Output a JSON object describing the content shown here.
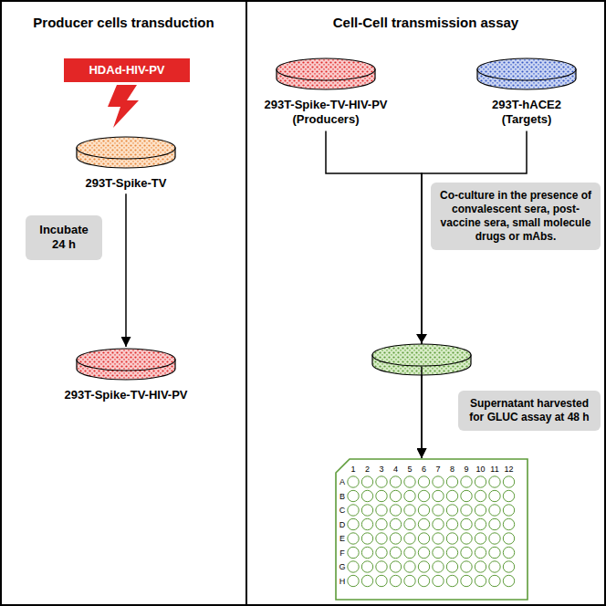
{
  "diagram": {
    "nodes": [
      {
        "text": [
          "Producer cells transduction"
        ]
      },
      {
        "text": [
          "HDAd-HIV-PV"
        ],
        "in": 0
      },
      {
        "text": [
          "293T-Spike-TV"
        ],
        "in": 0
      },
      {
        "text": [
          "Incubate 24 h"
        ],
        "in": 0
      },
      {
        "text": [
          "293T-Spike-TV-HIV-PV"
        ],
        "in": 0
      },
      {
        "text": [
          "Cell-Cell transmission assay"
        ]
      },
      {
        "text": [
          "293T-Spike-TV-HIV-PV (Producers)"
        ],
        "in": 5
      },
      {
        "text": [
          "293T-hACE2 (Targets)"
        ],
        "in": 5
      },
      {
        "text": [
          "Co-culture in the presence of convalescent sera, post-vaccine sera, small molecule drugs or mAbs."
        ],
        "in": 5
      },
      {
        "text": [
          "Supernatant harvested for GLUC assay at 48 h"
        ],
        "in": 5
      },
      {
        "text": [
          "1",
          "2",
          "3",
          "4",
          "5",
          "6",
          "7",
          "8",
          "9",
          "10",
          "11",
          "12",
          "A",
          "B",
          "C",
          "D",
          "E",
          "F",
          "G",
          "H"
        ],
        "in": 5
      }
    ],
    "edges": [
      {
        "from": 2,
        "to": 4,
        "arrow": "to"
      },
      {
        "from": 6,
        "to": 10,
        "arrow": "to"
      },
      {
        "from": 7,
        "to": 10,
        "arrow": "to"
      }
    ]
  }
}
